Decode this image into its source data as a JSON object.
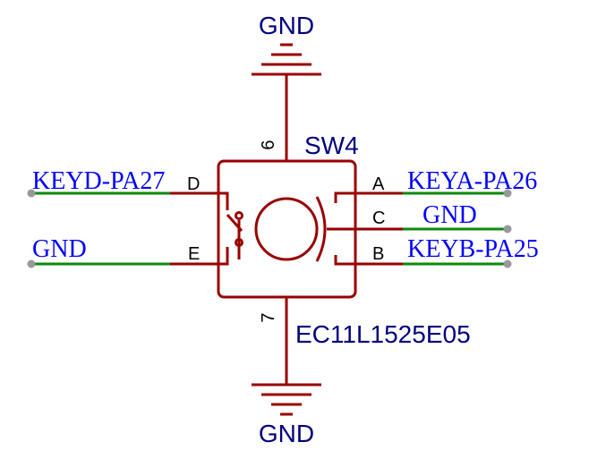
{
  "colors": {
    "component": "#990000",
    "wire": "#0a8a0a",
    "power_text": "#000080",
    "net_text": "#0000ff",
    "pin_text": "#000000",
    "designator_text": "#000080",
    "junction": "#999999"
  },
  "component": {
    "designator": "SW4",
    "value": "EC11L1525E05",
    "pins": {
      "A": "A",
      "B": "B",
      "C": "C",
      "D": "D",
      "E": "E",
      "top": "6",
      "bottom": "7"
    }
  },
  "power": {
    "top": "GND",
    "bottom": "GND"
  },
  "nets": {
    "keyd": "KEYD-PA27",
    "left_gnd": "GND",
    "keya": "KEYA-PA26",
    "right_gnd": "GND",
    "keyb": "KEYB-PA25"
  }
}
